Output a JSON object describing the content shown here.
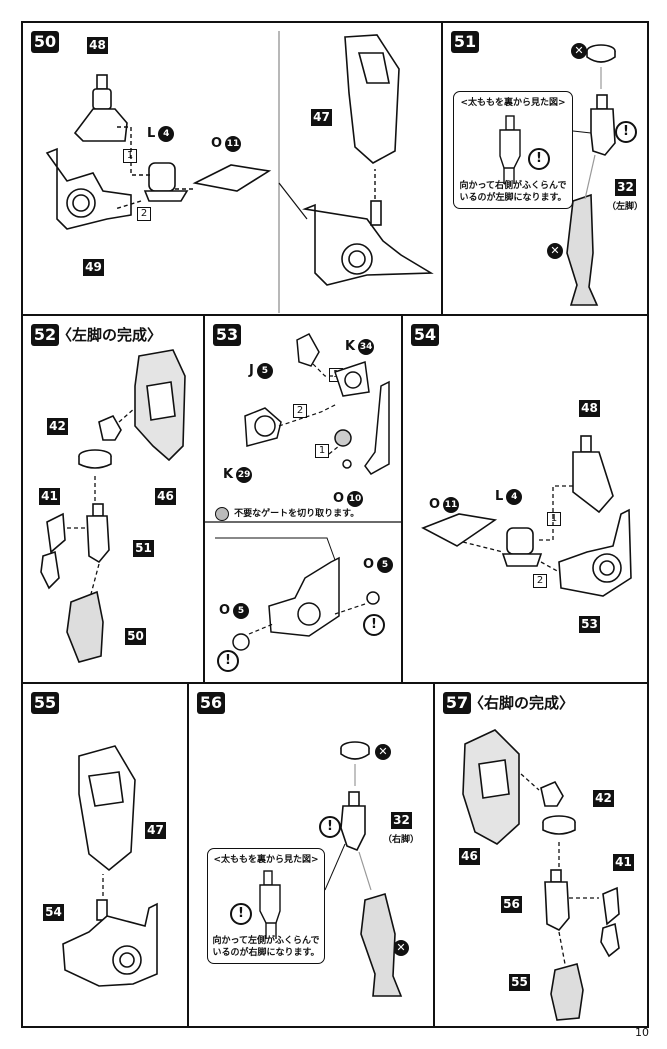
{
  "steps": {
    "s50": {
      "number": "50"
    },
    "s51": {
      "number": "51"
    },
    "s52": {
      "number": "52",
      "title": "〈左脚の完成〉"
    },
    "s53": {
      "number": "53"
    },
    "s54": {
      "number": "54"
    },
    "s55": {
      "number": "55"
    },
    "s56": {
      "number": "56"
    },
    "s57": {
      "number": "57",
      "title": "〈右脚の完成〉"
    }
  },
  "part_tags": {
    "s50_a": "48",
    "s50_b": "49",
    "s50_c": "47",
    "s51_a": "32",
    "s52_a": "42",
    "s52_b": "46",
    "s52_c": "41",
    "s52_d": "51",
    "s52_e": "50",
    "s54_a": "48",
    "s54_b": "53",
    "s55_a": "47",
    "s55_b": "54",
    "s56_a": "32",
    "s57_a": "42",
    "s57_b": "46",
    "s57_c": "41",
    "s57_d": "56",
    "s57_e": "55"
  },
  "runner_parts": {
    "s50_L": {
      "letter": "L",
      "num": "4"
    },
    "s50_O": {
      "letter": "O",
      "num": "11"
    },
    "s53_J": {
      "letter": "J",
      "num": "5"
    },
    "s53_K34": {
      "letter": "K",
      "num": "34"
    },
    "s53_K29": {
      "letter": "K",
      "num": "29"
    },
    "s53_O10": {
      "letter": "O",
      "num": "10"
    },
    "s53_O5a": {
      "letter": "O",
      "num": "5"
    },
    "s53_O5b": {
      "letter": "O",
      "num": "5"
    },
    "s54_O": {
      "letter": "O",
      "num": "11"
    },
    "s54_L": {
      "letter": "L",
      "num": "4"
    }
  },
  "order_marks": {
    "one": "1",
    "two": "2"
  },
  "symbols": {
    "warn": "!",
    "no": "✕"
  },
  "callouts": {
    "left": {
      "title": "<太ももを裏から見た図>",
      "note_line1": "向かって右側がふくらんで",
      "note_line2": "いるのが左脚になります。"
    },
    "right": {
      "title": "<太ももを裏から見た図>",
      "note_line1": "向かって左側がふくらんで",
      "note_line2": "いるのが右脚になります。"
    }
  },
  "side_labels": {
    "left_leg": "（左脚）",
    "right_leg": "（右脚）"
  },
  "gate_note": "不要なゲートを切り取ります。",
  "page_number": "10"
}
